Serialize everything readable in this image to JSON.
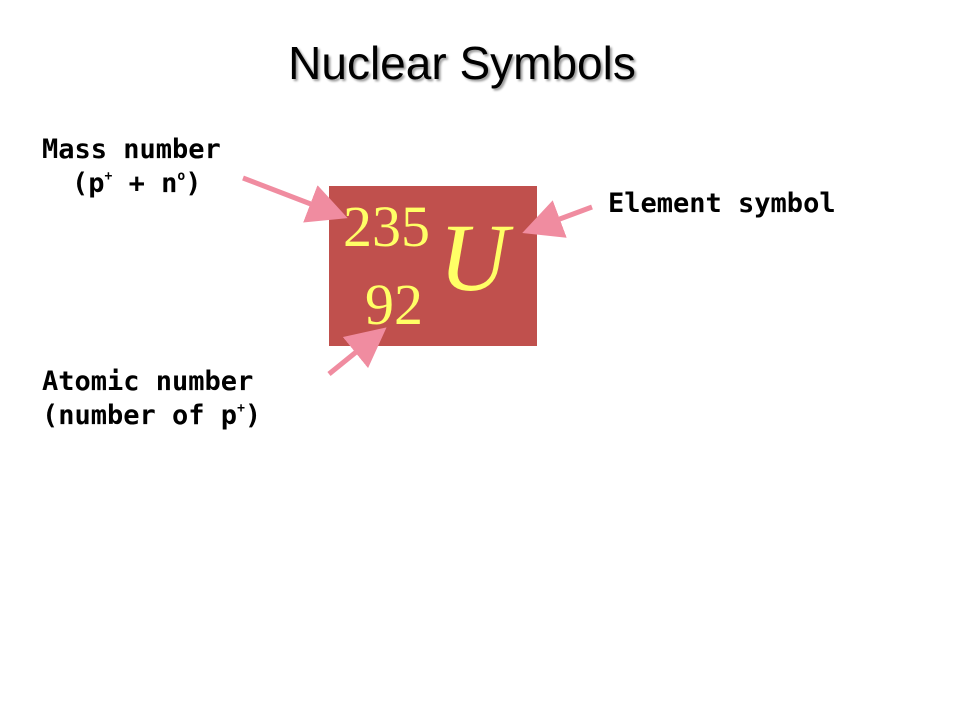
{
  "title": "Nuclear Symbols",
  "labels": {
    "mass_number": {
      "line1": "Mass number",
      "line2_open": "(p",
      "line2_sup1": "+",
      "line2_mid": " + n",
      "line2_sup2": "o",
      "line2_close": ")"
    },
    "element_symbol": "Element symbol",
    "atomic_number": {
      "line1": "Atomic number",
      "line2_open": "(number of p",
      "line2_sup": "+",
      "line2_close": ")"
    }
  },
  "nuclide": {
    "mass_number": "235",
    "atomic_number": "92",
    "symbol": "U"
  },
  "colors": {
    "box": "#c0504d",
    "nuclide_text": "#ffff66",
    "arrow": "#f08ca0"
  }
}
